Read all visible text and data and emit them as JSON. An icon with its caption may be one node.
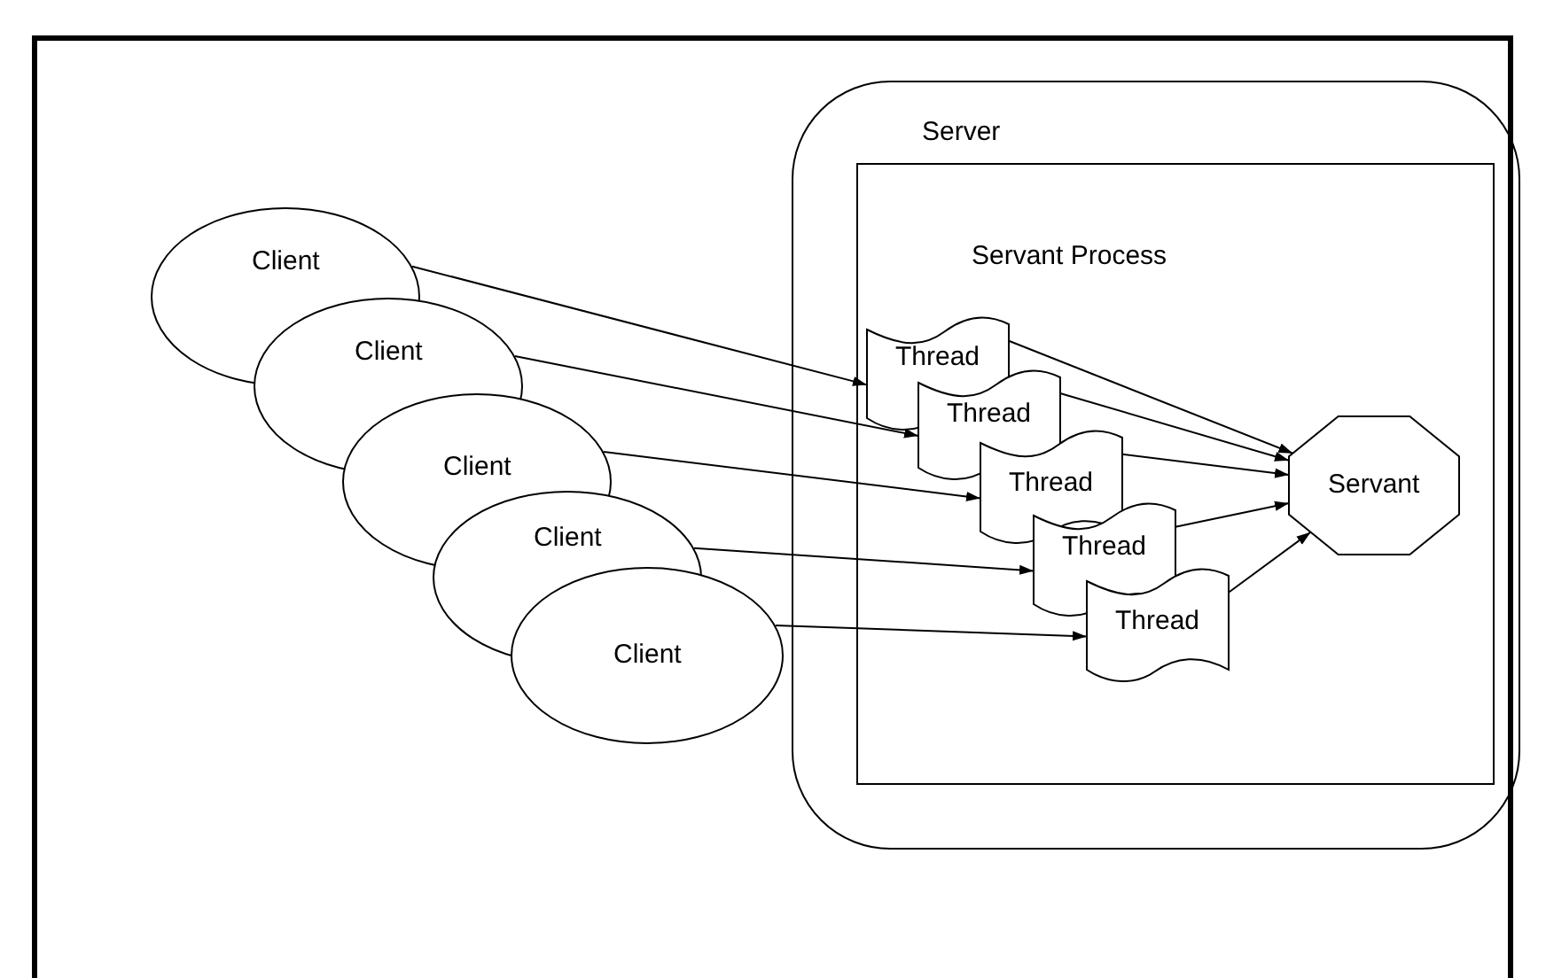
{
  "diagram": {
    "nodes": [
      {
        "text": [
          "Client"
        ]
      },
      {
        "text": [
          "Client"
        ]
      },
      {
        "text": [
          "Client"
        ]
      },
      {
        "text": [
          "Client"
        ]
      },
      {
        "text": [
          "Client"
        ]
      },
      {
        "text": [
          "Server"
        ]
      },
      {
        "text": [
          "Servant Process"
        ],
        "in": 5
      },
      {
        "text": [
          "Thread"
        ],
        "in": 6
      },
      {
        "text": [
          "Thread"
        ],
        "in": 6
      },
      {
        "text": [
          "Thread"
        ],
        "in": 6
      },
      {
        "text": [
          "Thread"
        ],
        "in": 6
      },
      {
        "text": [
          "Thread"
        ],
        "in": 6
      },
      {
        "text": [
          "Servant"
        ],
        "in": 6
      }
    ],
    "edges": [
      {
        "from": 0,
        "to": 7,
        "arrow": "to"
      },
      {
        "from": 1,
        "to": 8,
        "arrow": "to"
      },
      {
        "from": 2,
        "to": 9,
        "arrow": "to"
      },
      {
        "from": 3,
        "to": 10,
        "arrow": "to"
      },
      {
        "from": 4,
        "to": 11,
        "arrow": "to"
      },
      {
        "from": 7,
        "to": 12,
        "arrow": "to"
      },
      {
        "from": 8,
        "to": 12,
        "arrow": "to"
      },
      {
        "from": 9,
        "to": 12,
        "arrow": "to"
      },
      {
        "from": 10,
        "to": 12,
        "arrow": "to"
      },
      {
        "from": 11,
        "to": 12,
        "arrow": "to"
      }
    ]
  }
}
